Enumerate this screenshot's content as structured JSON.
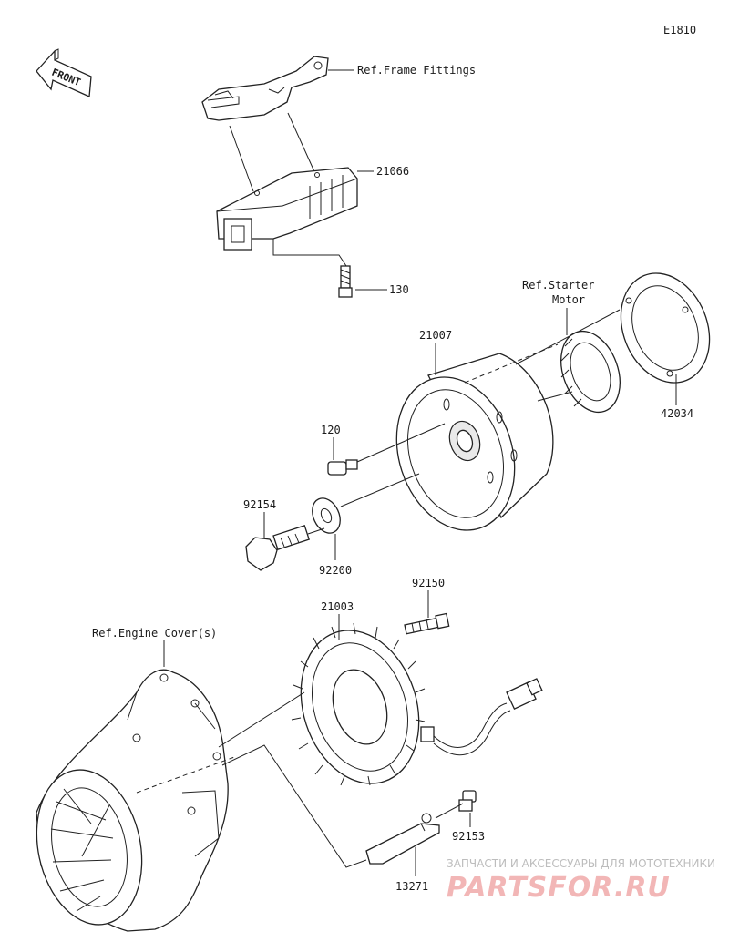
{
  "diagram_code": "E1810",
  "front_label": "FRONT",
  "refs": {
    "frame_fittings": "Ref.Frame Fittings",
    "starter_motor_line1": "Ref.Starter",
    "starter_motor_line2": "Motor",
    "engine_covers": "Ref.Engine Cover(s)"
  },
  "parts": {
    "p21066": "21066",
    "p130": "130",
    "p21007": "21007",
    "p42034": "42034",
    "p120": "120",
    "p92154": "92154",
    "p92200": "92200",
    "p92150": "92150",
    "p21003": "21003",
    "p92153": "92153",
    "p13271": "13271"
  },
  "watermark": {
    "tagline": "ЗАПЧАСТИ И АКСЕССУАРЫ ДЛЯ МОТОТЕХНИКИ",
    "brand": "PARTSFOR.RU"
  },
  "colors": {
    "line": "#222222",
    "watermark_text": "#bdbdbd",
    "watermark_brand": "#f2b6b6"
  }
}
